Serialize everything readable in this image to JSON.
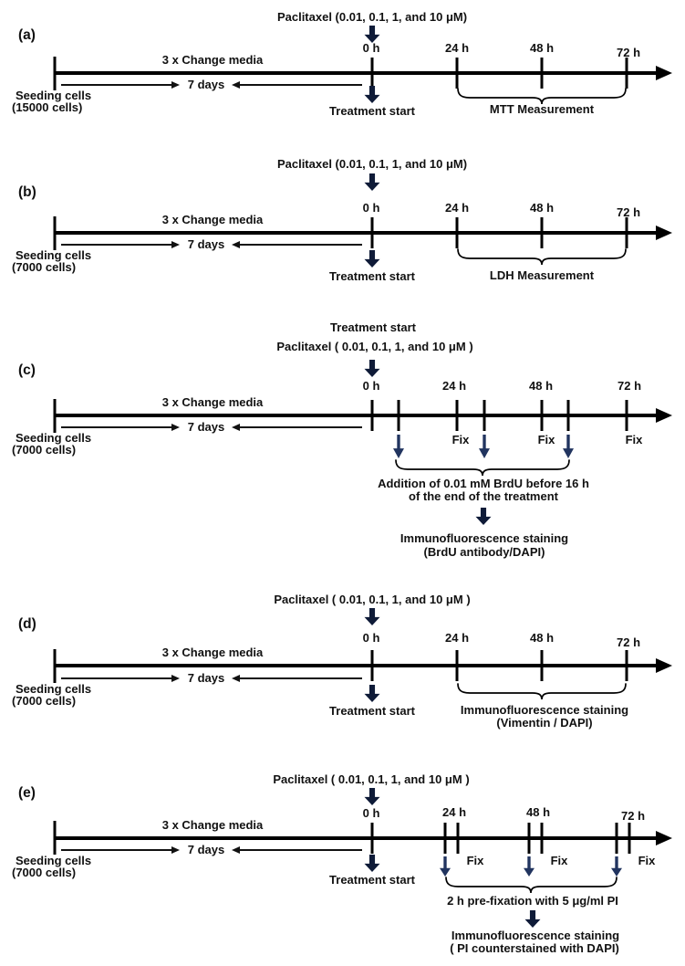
{
  "figure": {
    "background": "#ffffff",
    "text_color": "#111111",
    "line_color": "#000000",
    "big_arrow_color": "#0f1b38",
    "small_arrow_color": "#21345f"
  },
  "panels": [
    {
      "label": "(a)",
      "paclitaxel": "Paclitaxel (0.01, 0.1, 1, and 10 μM)",
      "media": "3 x Change media",
      "days": "7 days",
      "seeding1": "Seeding cells",
      "seeding2": "(15000 cells)",
      "t0": "0 h",
      "t24": "24 h",
      "t48": "48 h",
      "t72": "72 h",
      "treatment": "Treatment start",
      "measurement": "MTT Measurement"
    },
    {
      "label": "(b)",
      "paclitaxel": "Paclitaxel (0.01, 0.1, 1, and 10 μM)",
      "media": "3 x Change media",
      "days": "7 days",
      "seeding1": "Seeding cells",
      "seeding2": "(7000 cells)",
      "t0": "0 h",
      "t24": "24 h",
      "t48": "48 h",
      "t72": "72 h",
      "treatment": "Treatment start",
      "measurement": "LDH Measurement"
    },
    {
      "label": "(c)",
      "treatment_top": "Treatment start",
      "paclitaxel": "Paclitaxel ( 0.01, 0.1, 1, and 10 μM )",
      "media": "3 x Change media",
      "days": "7 days",
      "seeding1": "Seeding cells",
      "seeding2": "(7000 cells)",
      "t0": "0 h",
      "t24": "24 h",
      "t48": "48 h",
      "t72": "72 h",
      "fix": "Fix",
      "note1": "Addition of 0.01 mM BrdU before 16 h",
      "note2": "of the end of the treatment",
      "stain1": "Immunofluorescence staining",
      "stain2": "(BrdU antibody/DAPI)"
    },
    {
      "label": "(d)",
      "paclitaxel": "Paclitaxel ( 0.01, 0.1, 1, and 10 μM )",
      "media": "3 x Change media",
      "days": "7 days",
      "seeding1": "Seeding cells",
      "seeding2": "(7000 cells)",
      "t0": "0 h",
      "t24": "24 h",
      "t48": "48 h",
      "t72": "72 h",
      "treatment": "Treatment start",
      "stain1": "Immunofluorescence staining",
      "stain2": "(Vimentin / DAPI)"
    },
    {
      "label": "(e)",
      "paclitaxel": "Paclitaxel ( 0.01, 0.1, 1, and 10 μM )",
      "media": "3 x Change media",
      "days": "7 days",
      "seeding1": "Seeding cells",
      "seeding2": "(7000 cells)",
      "t0": "0 h",
      "t24": "24 h",
      "t48": "48 h",
      "t72": "72 h",
      "treatment": "Treatment start",
      "fix": "Fix",
      "note": "2 h pre-fixation with 5 μg/ml PI",
      "stain1": "Immunofluorescence staining",
      "stain2": "( PI counterstained with DAPI)"
    }
  ]
}
